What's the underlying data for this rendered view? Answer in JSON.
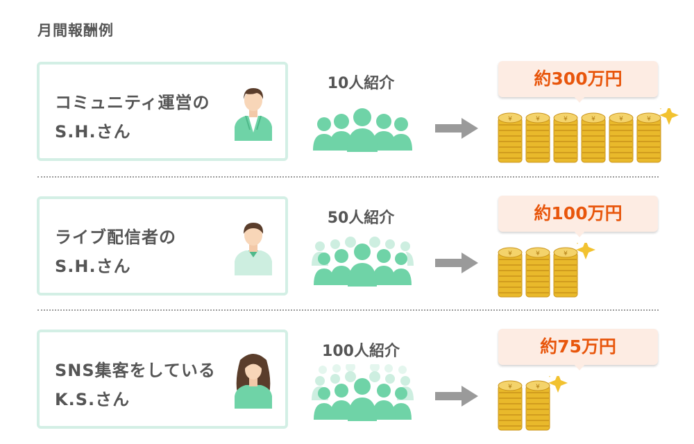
{
  "page": {
    "title": "月間報酬例"
  },
  "colors": {
    "card_border": "#d3efe5",
    "people_green": "#6fd3a7",
    "people_light": "#cdeee0",
    "bubble_bg": "#fdece3",
    "amount_text": "#e8560c",
    "coin_gold": "#e9b92b",
    "arrow_gray": "#9a9a9a"
  },
  "examples": [
    {
      "name_line1": "コミュニティ運営の",
      "name_line2": "S.H.さん",
      "avatar": "male-green-hoodie-avatar",
      "referrals": "10人紹介",
      "amount": "約300万円",
      "coin_stacks": 6
    },
    {
      "name_line1": "ライブ配信者の",
      "name_line2": "S.H.さん",
      "avatar": "male-light-green-shirt-avatar",
      "referrals": "50人紹介",
      "amount": "約100万円",
      "coin_stacks": 3
    },
    {
      "name_line1": "SNS集客をしている",
      "name_line2": "K.S.さん",
      "avatar": "female-long-hair-avatar",
      "referrals": "100人紹介",
      "amount": "約75万円",
      "coin_stacks": 2
    }
  ]
}
